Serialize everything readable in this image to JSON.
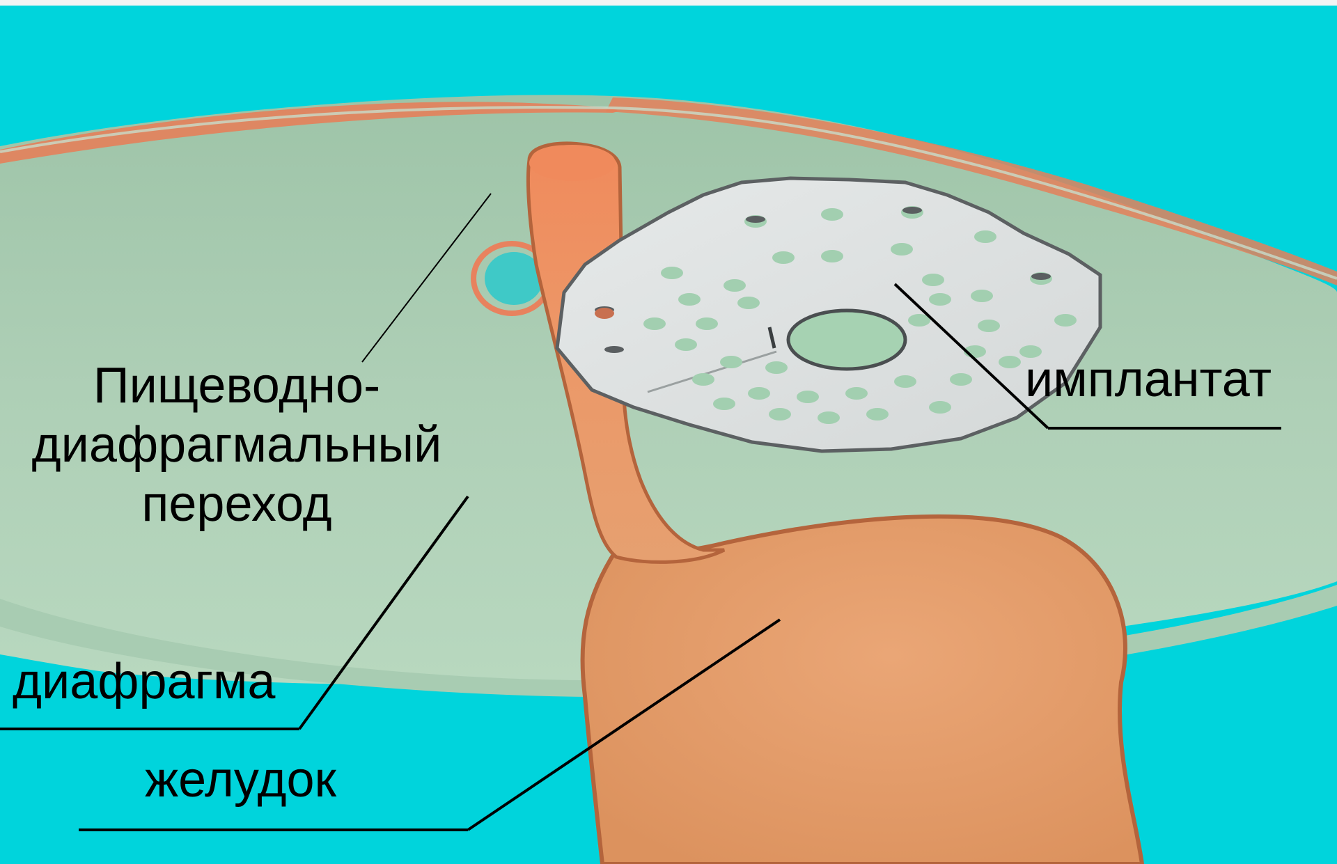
{
  "labels": {
    "junction_line1": "Пищеводно-",
    "junction_line2": "диафрагмальный",
    "junction_line3": "переход",
    "implant": "имплантат",
    "diaphragm": "диафрагма",
    "stomach": "желудок"
  },
  "colors": {
    "background": "#00d4dc",
    "diaphragm": "#b2d2b8",
    "diaphragm_edge": "#8fb89c",
    "esophagus_top": "#f0865a",
    "stomach": "#e8a070",
    "stomach_edge": "#b4643c",
    "implant": "#dfe3e3",
    "implant_edge": "#6a6e70",
    "implant_hole": "#a2cfb0",
    "rim": "#e87a58",
    "leader_line": "#000000"
  }
}
